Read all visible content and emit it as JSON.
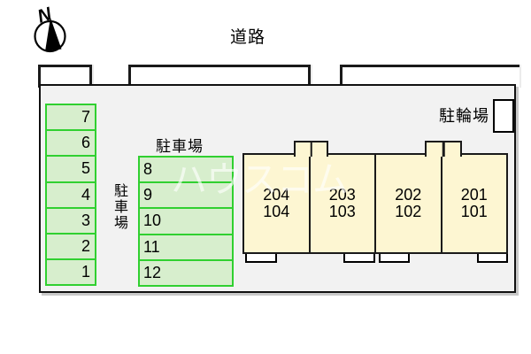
{
  "compass": {
    "label": "N"
  },
  "road": {
    "label": "道路"
  },
  "bicycle_area": {
    "label": "駐輪場"
  },
  "left_parking": {
    "label": "駐車場",
    "spaces": [
      "7",
      "6",
      "5",
      "4",
      "3",
      "2",
      "1"
    ]
  },
  "middle_parking": {
    "label": "駐車場",
    "spaces": [
      "8",
      "9",
      "10",
      "11",
      "12"
    ]
  },
  "building": {
    "units": [
      {
        "upper": "204",
        "lower": "104"
      },
      {
        "upper": "203",
        "lower": "103"
      },
      {
        "upper": "202",
        "lower": "102"
      },
      {
        "upper": "201",
        "lower": "101"
      }
    ]
  },
  "watermark": {
    "text": "ハウスコム"
  },
  "colors": {
    "site_fill": "#f2f2f2",
    "parking_fill": "#d7eecd",
    "parking_border": "#30d030",
    "building_fill": "#fdf6d2",
    "outline": "#1a1a1a"
  }
}
